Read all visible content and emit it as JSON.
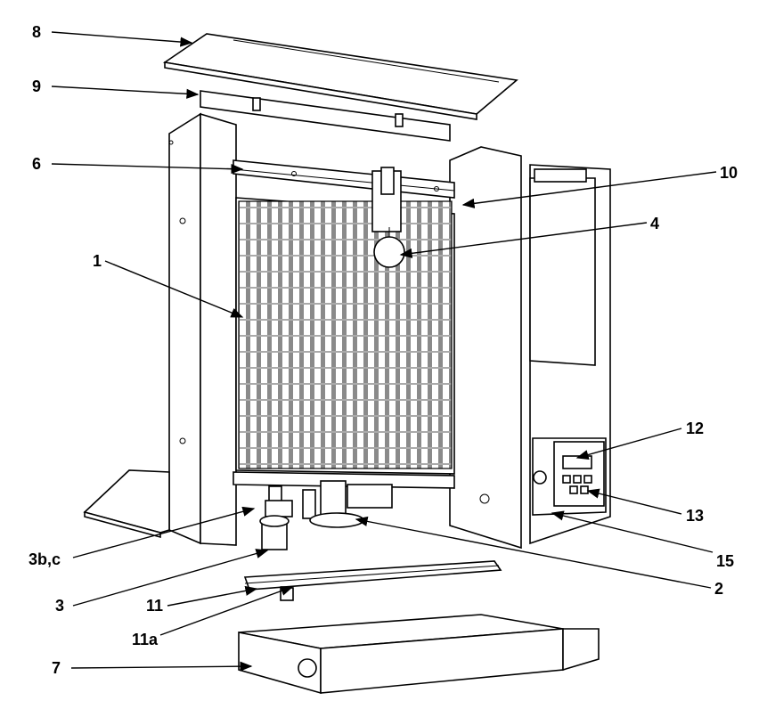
{
  "diagram": {
    "callouts": [
      {
        "id": "8",
        "label": "8"
      },
      {
        "id": "9",
        "label": "9"
      },
      {
        "id": "6",
        "label": "6"
      },
      {
        "id": "10",
        "label": "10"
      },
      {
        "id": "4",
        "label": "4"
      },
      {
        "id": "1",
        "label": "1"
      },
      {
        "id": "12",
        "label": "12"
      },
      {
        "id": "13",
        "label": "13"
      },
      {
        "id": "15",
        "label": "15"
      },
      {
        "id": "3bc",
        "label": "3b,c"
      },
      {
        "id": "2",
        "label": "2"
      },
      {
        "id": "3",
        "label": "3"
      },
      {
        "id": "11",
        "label": "11"
      },
      {
        "id": "11a",
        "label": "11a"
      },
      {
        "id": "7",
        "label": "7"
      }
    ]
  }
}
